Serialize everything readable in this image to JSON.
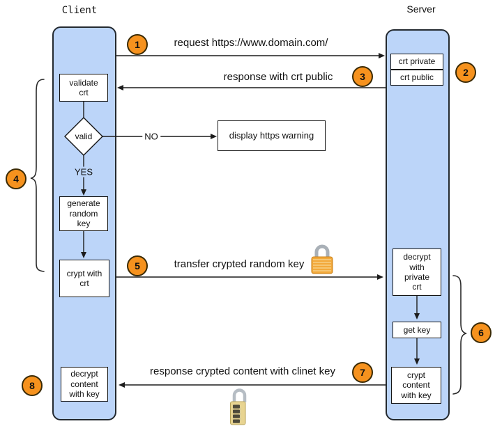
{
  "titles": {
    "client": "Client",
    "server": "Server"
  },
  "steps": [
    "1",
    "2",
    "3",
    "4",
    "5",
    "6",
    "7",
    "8"
  ],
  "messages": {
    "request": "request https://www.domain.com/",
    "response_crt": "response with crt public",
    "transfer_key": "transfer crypted random key",
    "response_content": "response crypted content with clinet key"
  },
  "client_nodes": {
    "validate": "validate\ncrt",
    "valid": "valid",
    "yes": "YES",
    "no": "NO",
    "warning": "display https warning",
    "generate": "generate\nrandom\nkey",
    "crypt_with_crt": "crypt with\ncrt",
    "decrypt_content": "decrypt\ncontent\nwith key"
  },
  "server_nodes": {
    "crt_private": "crt private",
    "crt_public": "crt public",
    "decrypt_private": "decrypt\nwith\nprivate\ncrt",
    "get_key": "get key",
    "crypt_content": "crypt\ncontent\nwith key"
  },
  "icons": {
    "transfer_lock": "padlock-icon",
    "content_lock": "combination-lock-icon"
  },
  "colors": {
    "lane_fill": "#bcd5f9",
    "lane_border": "#23292f",
    "step_fill": "#f6921e",
    "step_border": "#3a2a05",
    "arrow": "#1c1c1c"
  }
}
